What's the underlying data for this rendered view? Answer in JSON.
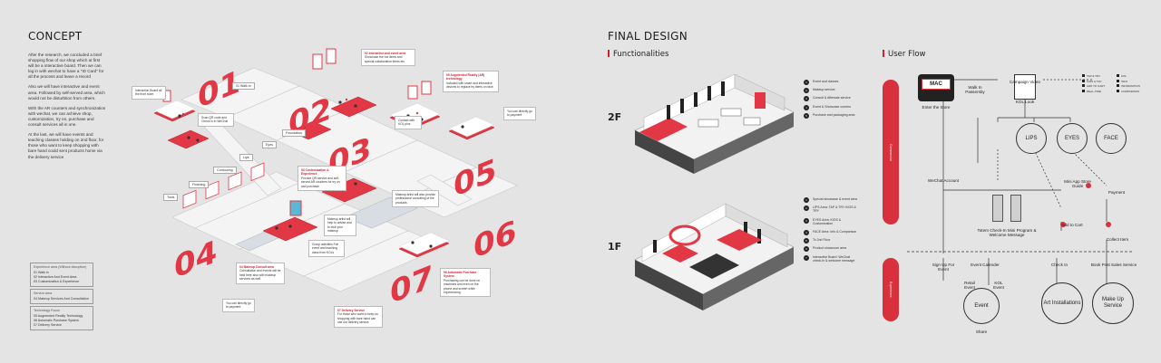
{
  "concept": {
    "title": "CONCEPT",
    "paragraphs": [
      "After the research, we concluded a brief shopping flow of our shop which at first will be a interactive board. Then we can log in with wechat to have a \"ID Card\" for all the process and leave a record",
      "Also we will have interactive and event area. Followed by self-served area, which would not be disturbtion from others.",
      "With the AR counters and synchronization with wechat, we can achieve shop, customization, try on, purchase and consult services all in one.",
      "At the last, we will have events and teaching classes holding on 2nd floor, for those who want to keep shopping with bare hand could sent products home via the delivery service"
    ],
    "legend": [
      {
        "title": "Experience area (Without disruption)",
        "items": [
          "01 Walk in",
          "02 Interactive And Event Area",
          "03 Customization & Experience"
        ]
      },
      {
        "title": "Service area",
        "items": [
          "04 Makeup Services And Consultation"
        ]
      },
      {
        "title": "Technology Focus",
        "items": [
          "05 Augmented Reality Technology",
          "06 Automatic Purchase System",
          "07 Delivery Service"
        ]
      }
    ]
  },
  "plan": {
    "numbers": [
      "01",
      "02",
      "03",
      "04",
      "05",
      "06",
      "07"
    ],
    "tags": {
      "walk_in": "01 Walk in",
      "foundation": "Foundation",
      "eyes": "Eyes",
      "lips": "Lips",
      "contouring": "Contouring",
      "finishing": "Finishing",
      "tools": "Tools"
    },
    "notes": {
      "board": "Interaction Board all the front store",
      "scan": "Scan QR code and Check in in WeChat",
      "interactive": {
        "title": "02 Interactive and event area",
        "body": "Showcase the hot items and special collaboration items etc."
      },
      "ar": {
        "title": "05 Augmented Reality (AR) technology",
        "body": "Included with smart and interactive devices to replace try items on face"
      },
      "contact": "Contact with KOL plus",
      "pay_top": "You can directly go to payment",
      "custom": {
        "title": "03 Customization & Experience",
        "body": "Provide QR service and self-served AR counters for try on and purchase"
      },
      "makeup_artist": "Makeup artist will also provide professional consulting of the products",
      "makeup_help": "Makeup artist will help to advise and to trick your makeup",
      "group": "Group activities Full event and teaching class from KOLs",
      "consult": {
        "title": "04 Makeup Consult area",
        "body": "Consultation and events will be held here also with makeup services as well"
      },
      "auto": {
        "title": "06 Automatic Purchase System",
        "body": "Purchasing can be done on machines and even on the phone and screen while experiencing"
      },
      "delivery": {
        "title": "07 Delivery Service",
        "body": "For those who want to keep on shopping with bare hand can use our delivery service"
      },
      "pay_bottom": "You can directly go to payment"
    }
  },
  "final": {
    "title": "FINAL DESIGN",
    "functionalities": "Functionalities",
    "floor2": "2F",
    "floor1": "1F",
    "list2": [
      "Event and classes",
      "Makeup service",
      "Consult & Aftersale service",
      "Event & Showcase corners",
      "Purchase and packaging area"
    ],
    "list1": [
      "Special showcase & event area",
      "LIPS Area: TAP & TRY KIOS & TRY",
      "EYES Area: KIOS & Customization",
      "FACE Area: Info & Comparison",
      "To 2nd Floor",
      "Product showroom area",
      "Interactive Board: WeChat check-in & welcome message"
    ]
  },
  "flow": {
    "title": "User Flow",
    "commercial": "Commercial",
    "experience": "Experience",
    "enter": "Enter the Store",
    "walk_in": "Walk In Passersby",
    "campaign": "Campaign Video",
    "kol_look": "KOL Look",
    "lips": "LIPS",
    "eyes": "EYES",
    "face": "FACE",
    "wechat": "WeChat Account",
    "mini_app": "Mini App Store Guide",
    "payment": "Payment",
    "totem": "Totem Check-In Mini Program & Welcome Message",
    "add_cart": "Add to Cart",
    "collect": "Collect Item",
    "signup": "Sign Up For Event",
    "calendar": "Event Calender",
    "check_in": "Check In",
    "book": "Book Post Sales Service",
    "retail_event": "Retail Event",
    "kol_event": "KOL Event",
    "event": "Event",
    "share": "Share",
    "art": "Art Installations",
    "makeup_service": "Make Up Service",
    "key_left": [
      "TAP & TRY",
      "KIOS & TRY",
      "ADD TO CART",
      "REAL-TIME"
    ],
    "key_right": [
      "KOL",
      "INFO",
      "INFORMATION",
      "COMPARISON"
    ],
    "logo_text": "MAC"
  },
  "colors": {
    "accent": "#d8303c",
    "background": "#e4e4e4",
    "ink": "#222222"
  }
}
